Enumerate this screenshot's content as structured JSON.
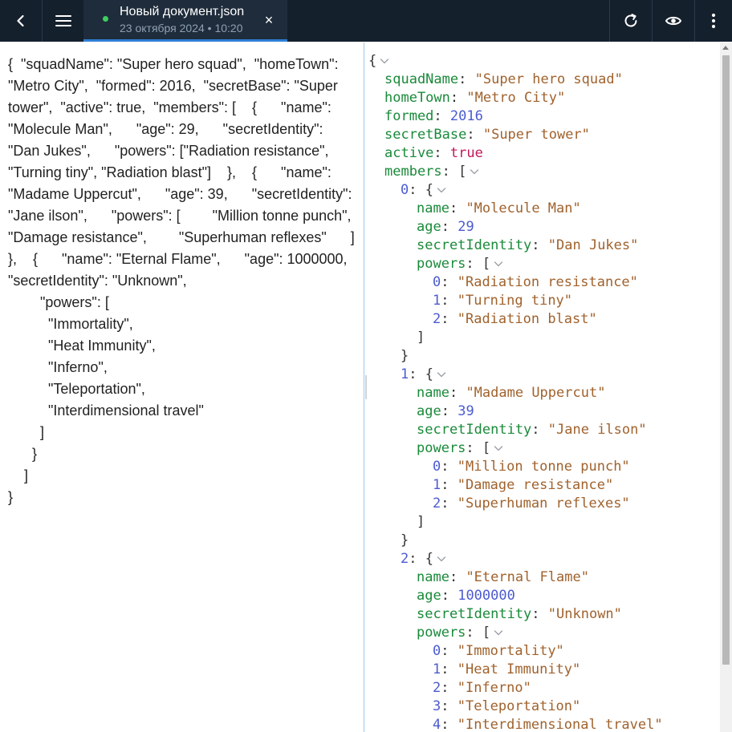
{
  "header": {
    "tab": {
      "title": "Новый документ.json",
      "subtitle": "23 октября 2024 • 10:20",
      "status_color": "#3ecf5e",
      "close_glyph": "×"
    },
    "icons": {
      "back": "chevron-left-icon",
      "menu": "menu-icon",
      "refresh": "refresh-icon",
      "preview": "eye-icon",
      "more": "more-vertical-icon"
    }
  },
  "raw_text": "{  \"squadName\": \"Super hero squad\",  \"homeTown\": \"Metro City\",  \"formed\": 2016,  \"secretBase\": \"Super tower\",  \"active\": true,  \"members\": [    {      \"name\": \"Molecule Man\",      \"age\": 29,      \"secretIdentity\": \"Dan Jukes\",      \"powers\": [\"Radiation resistance\", \"Turning tiny\", \"Radiation blast\"]    },    {      \"name\": \"Madame Uppercut\",      \"age\": 39,      \"secretIdentity\": \"Jane ilson\",      \"powers\": [        \"Million tonne punch\",        \"Damage resistance\",        \"Superhuman reflexes\"      ]    },    {      \"name\": \"Eternal Flame\",      \"age\": 1000000,      \"secretIdentity\": \"Unknown\",\n        \"powers\": [\n          \"Immortality\",\n          \"Heat Immunity\",\n          \"Inferno\",\n          \"Teleportation\",\n          \"Interdimensional travel\"\n        ]\n      }\n    ]\n}",
  "tree": [
    {
      "d": 0,
      "p": "{",
      "chev": true
    },
    {
      "d": 1,
      "k": "squadName",
      "v": "\"Super hero squad\"",
      "t": "str"
    },
    {
      "d": 1,
      "k": "homeTown",
      "v": "\"Metro City\"",
      "t": "str"
    },
    {
      "d": 1,
      "k": "formed",
      "v": "2016",
      "t": "num"
    },
    {
      "d": 1,
      "k": "secretBase",
      "v": "\"Super tower\"",
      "t": "str"
    },
    {
      "d": 1,
      "k": "active",
      "v": "true",
      "t": "bool"
    },
    {
      "d": 1,
      "k": "members",
      "p": "[",
      "chev": true
    },
    {
      "d": 2,
      "i": "0",
      "p": "{",
      "chev": true
    },
    {
      "d": 3,
      "k": "name",
      "v": "\"Molecule Man\"",
      "t": "str"
    },
    {
      "d": 3,
      "k": "age",
      "v": "29",
      "t": "num"
    },
    {
      "d": 3,
      "k": "secretIdentity",
      "v": "\"Dan Jukes\"",
      "t": "str"
    },
    {
      "d": 3,
      "k": "powers",
      "p": "[",
      "chev": true
    },
    {
      "d": 4,
      "i": "0",
      "v": "\"Radiation resistance\"",
      "t": "str"
    },
    {
      "d": 4,
      "i": "1",
      "v": "\"Turning tiny\"",
      "t": "str"
    },
    {
      "d": 4,
      "i": "2",
      "v": "\"Radiation blast\"",
      "t": "str"
    },
    {
      "d": 3,
      "p": "]"
    },
    {
      "d": 2,
      "p": "}"
    },
    {
      "d": 2,
      "i": "1",
      "p": "{",
      "chev": true
    },
    {
      "d": 3,
      "k": "name",
      "v": "\"Madame Uppercut\"",
      "t": "str"
    },
    {
      "d": 3,
      "k": "age",
      "v": "39",
      "t": "num"
    },
    {
      "d": 3,
      "k": "secretIdentity",
      "v": "\"Jane ilson\"",
      "t": "str"
    },
    {
      "d": 3,
      "k": "powers",
      "p": "[",
      "chev": true
    },
    {
      "d": 4,
      "i": "0",
      "v": "\"Million tonne punch\"",
      "t": "str"
    },
    {
      "d": 4,
      "i": "1",
      "v": "\"Damage resistance\"",
      "t": "str"
    },
    {
      "d": 4,
      "i": "2",
      "v": "\"Superhuman reflexes\"",
      "t": "str"
    },
    {
      "d": 3,
      "p": "]"
    },
    {
      "d": 2,
      "p": "}"
    },
    {
      "d": 2,
      "i": "2",
      "p": "{",
      "chev": true
    },
    {
      "d": 3,
      "k": "name",
      "v": "\"Eternal Flame\"",
      "t": "str"
    },
    {
      "d": 3,
      "k": "age",
      "v": "1000000",
      "t": "num"
    },
    {
      "d": 3,
      "k": "secretIdentity",
      "v": "\"Unknown\"",
      "t": "str"
    },
    {
      "d": 3,
      "k": "powers",
      "p": "[",
      "chev": true
    },
    {
      "d": 4,
      "i": "0",
      "v": "\"Immortality\"",
      "t": "str"
    },
    {
      "d": 4,
      "i": "1",
      "v": "\"Heat Immunity\"",
      "t": "str"
    },
    {
      "d": 4,
      "i": "2",
      "v": "\"Inferno\"",
      "t": "str"
    },
    {
      "d": 4,
      "i": "3",
      "v": "\"Teleportation\"",
      "t": "str"
    },
    {
      "d": 4,
      "i": "4",
      "v": "\"Interdimensional travel\"",
      "t": "str"
    },
    {
      "d": 3,
      "p": "]"
    }
  ]
}
